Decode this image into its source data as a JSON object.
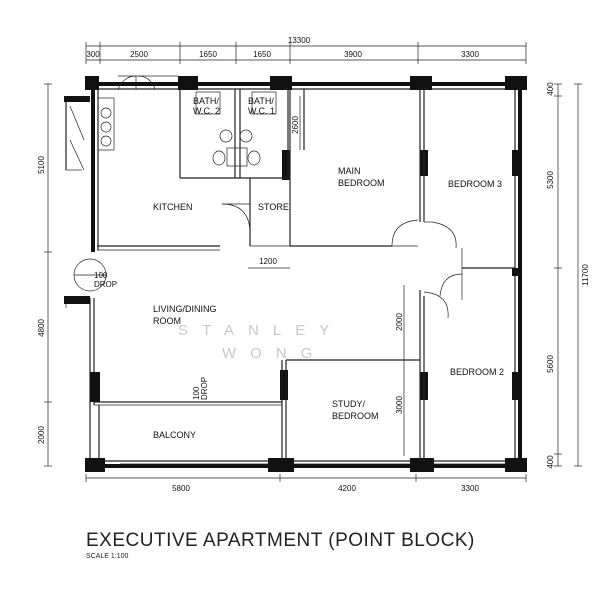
{
  "title": "EXECUTIVE APARTMENT  (POINT BLOCK)",
  "scale": "SCALE 1:100",
  "watermark": {
    "line1": "STANLEY",
    "line2": "WONG"
  },
  "rooms": {
    "bath2": [
      "BATH/",
      "W.C. 2"
    ],
    "bath1": [
      "BATH/",
      "W.C. 1"
    ],
    "main_bedroom": [
      "MAIN",
      "BEDROOM"
    ],
    "bedroom3": "BEDROOM 3",
    "kitchen": "KITCHEN",
    "store": "STORE",
    "living": [
      "LIVING/DINING",
      "ROOM"
    ],
    "bedroom2": "BEDROOM 2",
    "study": [
      "STUDY/",
      "BEDROOM"
    ],
    "balcony": "BALCONY"
  },
  "drops": {
    "left": [
      "100",
      "DROP"
    ],
    "balcony": [
      "100",
      "DROP"
    ]
  },
  "dimensions": {
    "top_total": "13300",
    "top": [
      "300",
      "2500",
      "1650",
      "1650",
      "3900",
      "3300"
    ],
    "bottom": [
      "5800",
      "4200",
      "3300"
    ],
    "left": [
      "5100",
      "4800",
      "2000"
    ],
    "right_total": "11700",
    "right": [
      "400",
      "5300",
      "5600",
      "400"
    ],
    "inner": {
      "main_bed_wall": "2600",
      "store_opening": "1200",
      "study_upper": "2000",
      "study_lower": "3000"
    }
  }
}
